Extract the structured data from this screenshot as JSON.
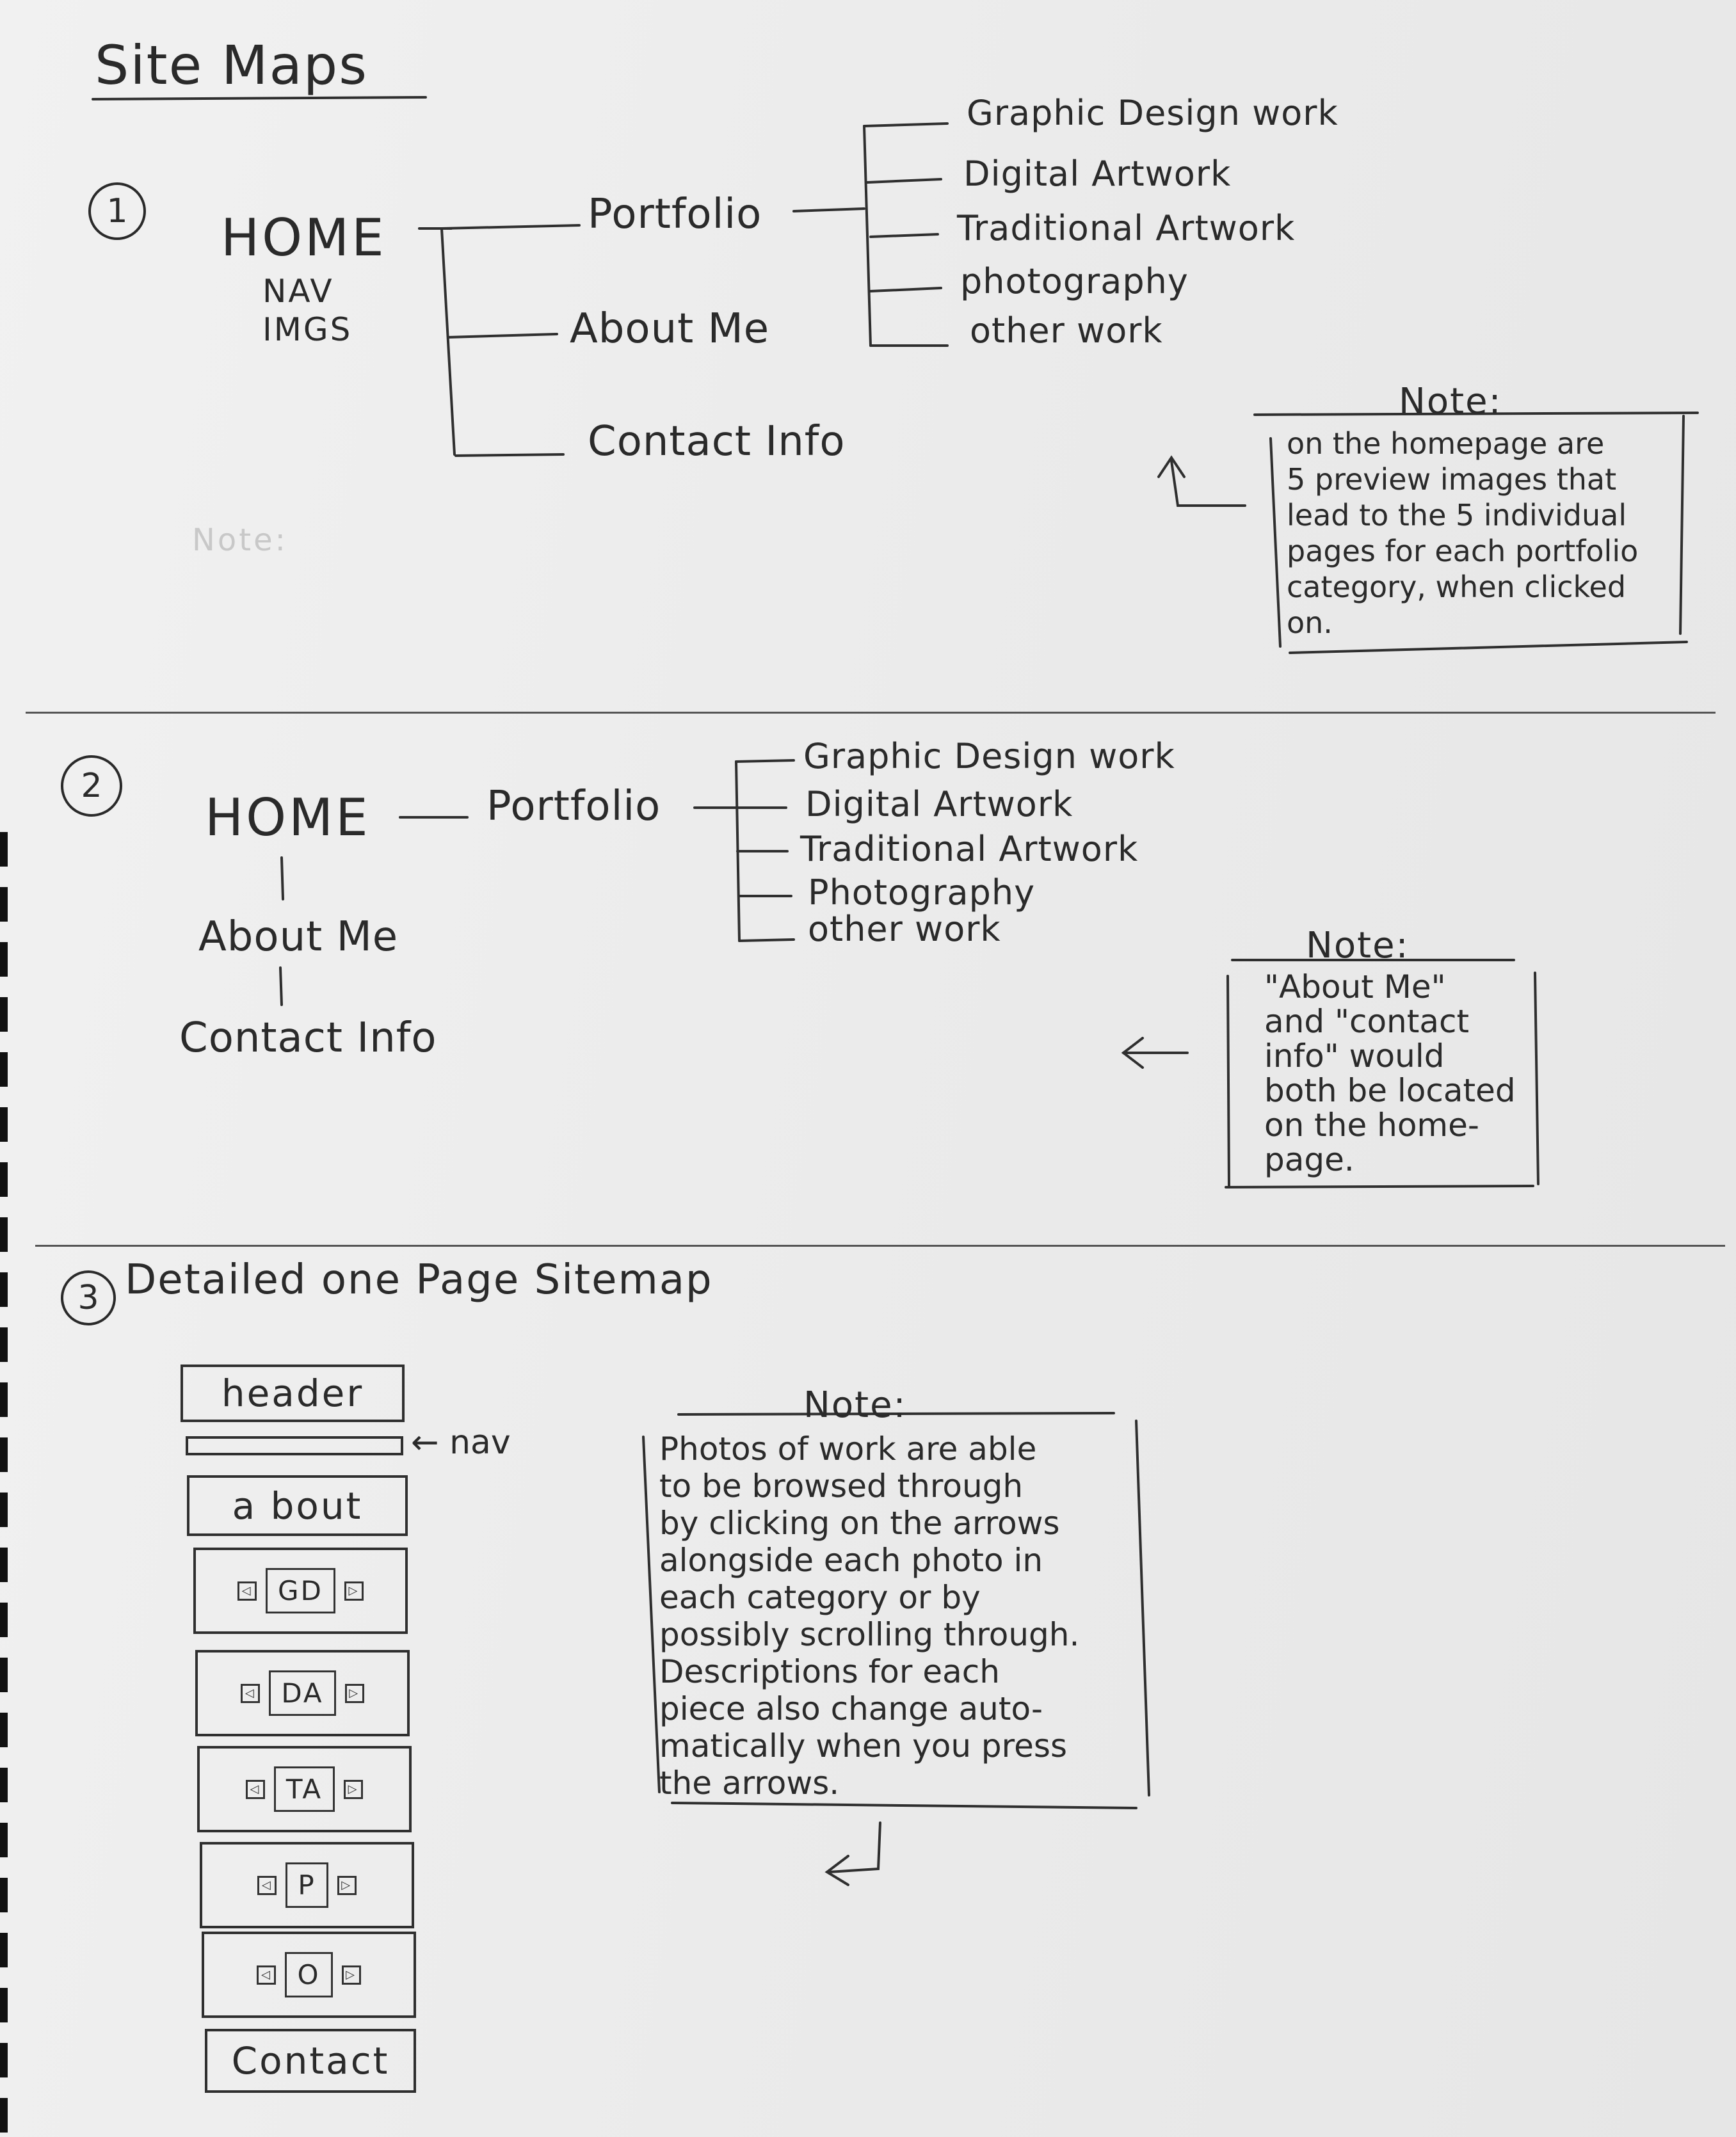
{
  "title": "Site Maps",
  "map1": {
    "number": "1",
    "home": "HOME",
    "home_sub1": "NAV",
    "home_sub2": "IMGS",
    "branches": [
      "Portfolio",
      "About Me",
      "Contact Info"
    ],
    "portfolio_items": [
      "Graphic Design work",
      "Digital Artwork",
      "Traditional Artwork",
      "photography",
      "other work"
    ],
    "note_heading": "Note:",
    "note_lines": [
      "on the homepage are",
      "5 preview images that",
      "lead to the 5 individual",
      "pages for each portfolio",
      "category, when clicked",
      "on."
    ],
    "ghost_text": "Note:"
  },
  "map2": {
    "number": "2",
    "home": "HOME",
    "portfolio": "Portfolio",
    "below": [
      "About Me",
      "Contact Info"
    ],
    "portfolio_items": [
      "Graphic Design work",
      "Digital Artwork",
      "Traditional Artwork",
      "Photography",
      "other work"
    ],
    "note_heading": "Note:",
    "note_lines": [
      "\"About Me\"",
      "and \"contact",
      "info\" would",
      "both be located",
      "on the home-",
      "page."
    ]
  },
  "map3": {
    "number": "3",
    "heading": "Detailed one Page Sitemap",
    "header_label": "header",
    "nav_label": "← nav",
    "about_label": "a bout",
    "sections": [
      "GD",
      "DA",
      "TA",
      "P",
      "O"
    ],
    "contact_label": "Contact",
    "note_heading": "Note:",
    "note_lines": [
      "Photos of work are able",
      "to be browsed through",
      "by clicking on the arrows",
      "alongside each photo in",
      "each category or by",
      "possibly scrolling through.",
      "Descriptions for each",
      "piece also change auto-",
      "matically when you press",
      "the arrows."
    ]
  }
}
